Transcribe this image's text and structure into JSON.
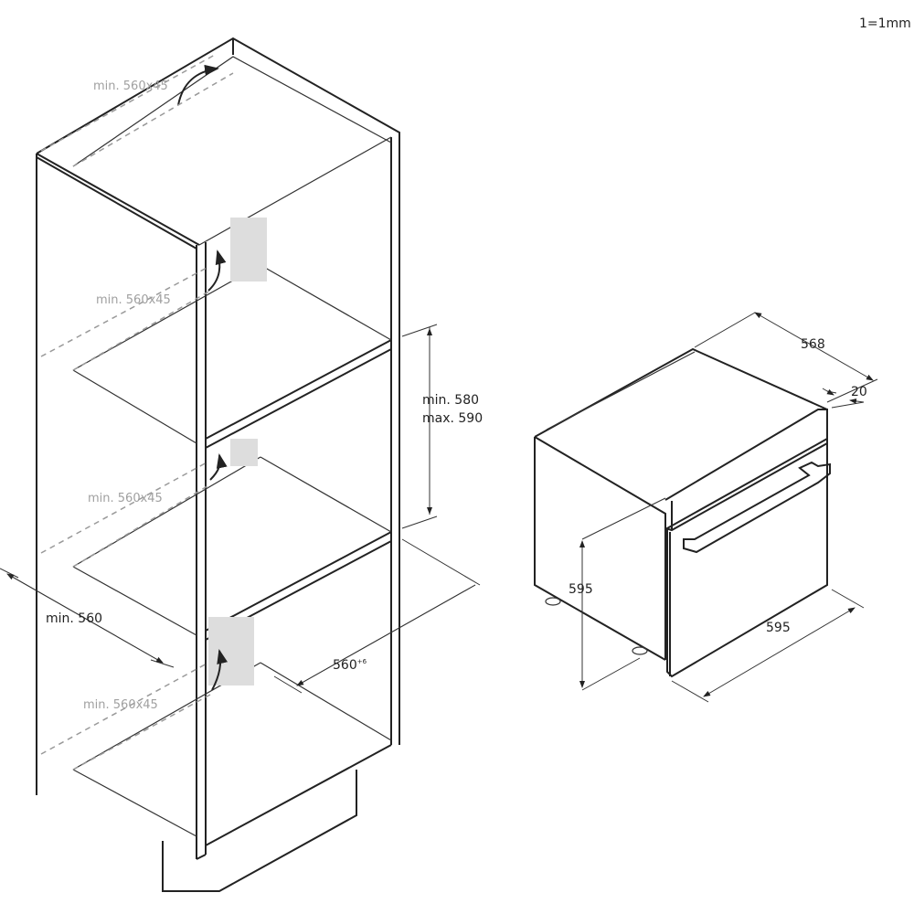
{
  "scale_note": "1=1mm",
  "cabinet": {
    "vent_labels": [
      "min. 560x45",
      "min. 560x45",
      "min. 560x45",
      "min. 560x45"
    ],
    "niche_height": [
      "min. 580",
      "max. 590"
    ],
    "niche_width": "min. 560",
    "niche_depth": "560",
    "niche_depth_tolerance": "+6"
  },
  "oven": {
    "depth": "568",
    "door_thickness": "20",
    "height": "595",
    "width": "595"
  }
}
